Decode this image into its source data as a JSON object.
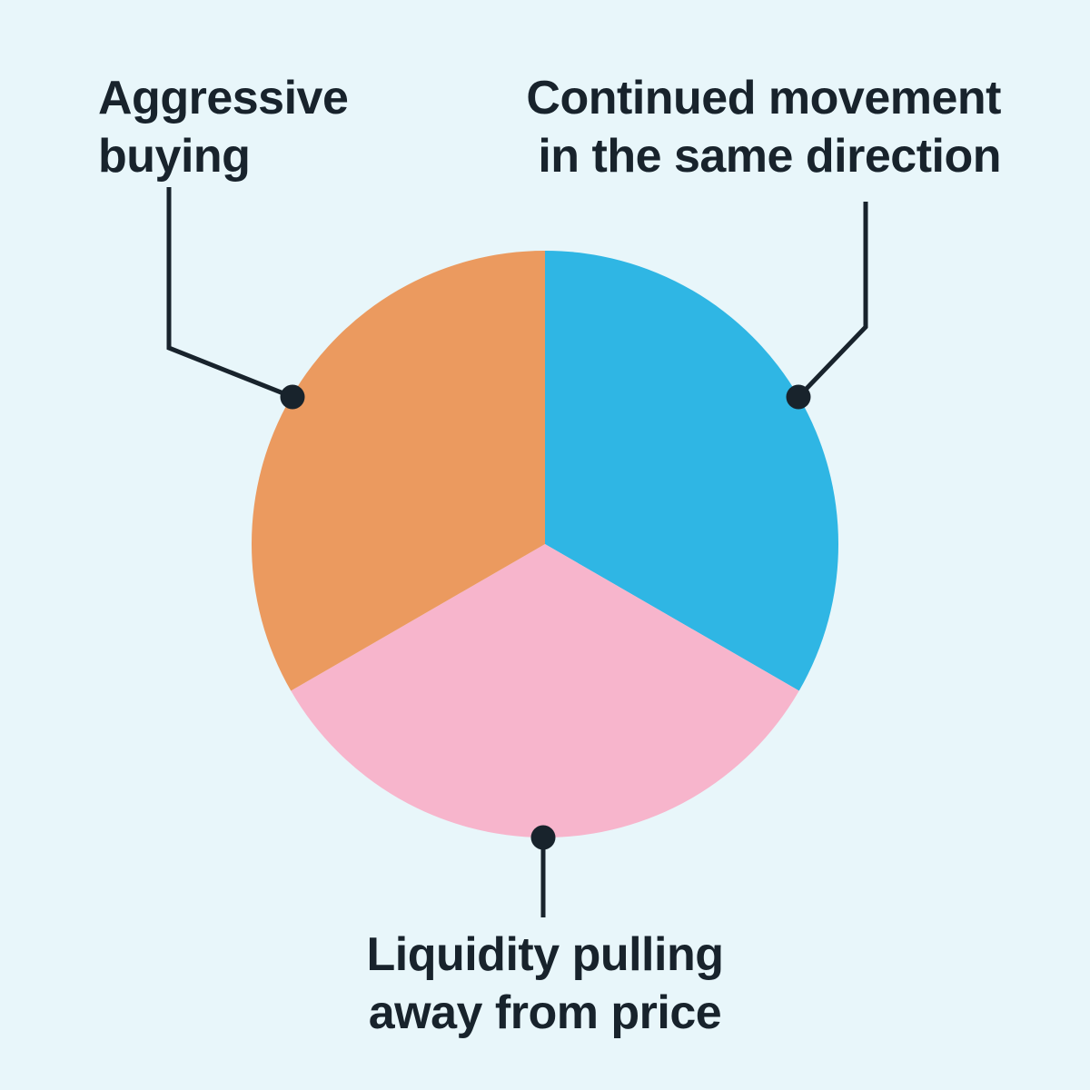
{
  "background_color": "#E8F6FA",
  "text_color": "#18232C",
  "line_color": "#18232C",
  "chart_data": {
    "type": "pie",
    "title": "",
    "start_angle_deg": 0,
    "direction": "clockwise",
    "legend_position": "none (direct callout labels with leader lines)",
    "segments": [
      {
        "label": "Continued movement in the same direction",
        "value": 33.33,
        "color": "#2FB6E4"
      },
      {
        "label": "Liquidity pulling away from price",
        "value": 33.33,
        "color": "#F7B5CC"
      },
      {
        "label": "Aggressive buying",
        "value": 33.33,
        "color": "#EB9A5F"
      }
    ]
  },
  "labels": {
    "aggressive_buying": "Aggressive\nbuying",
    "continued_movement": "Continued movement\nin the same direction",
    "liquidity_pulling": "Liquidity pulling\naway from price"
  }
}
